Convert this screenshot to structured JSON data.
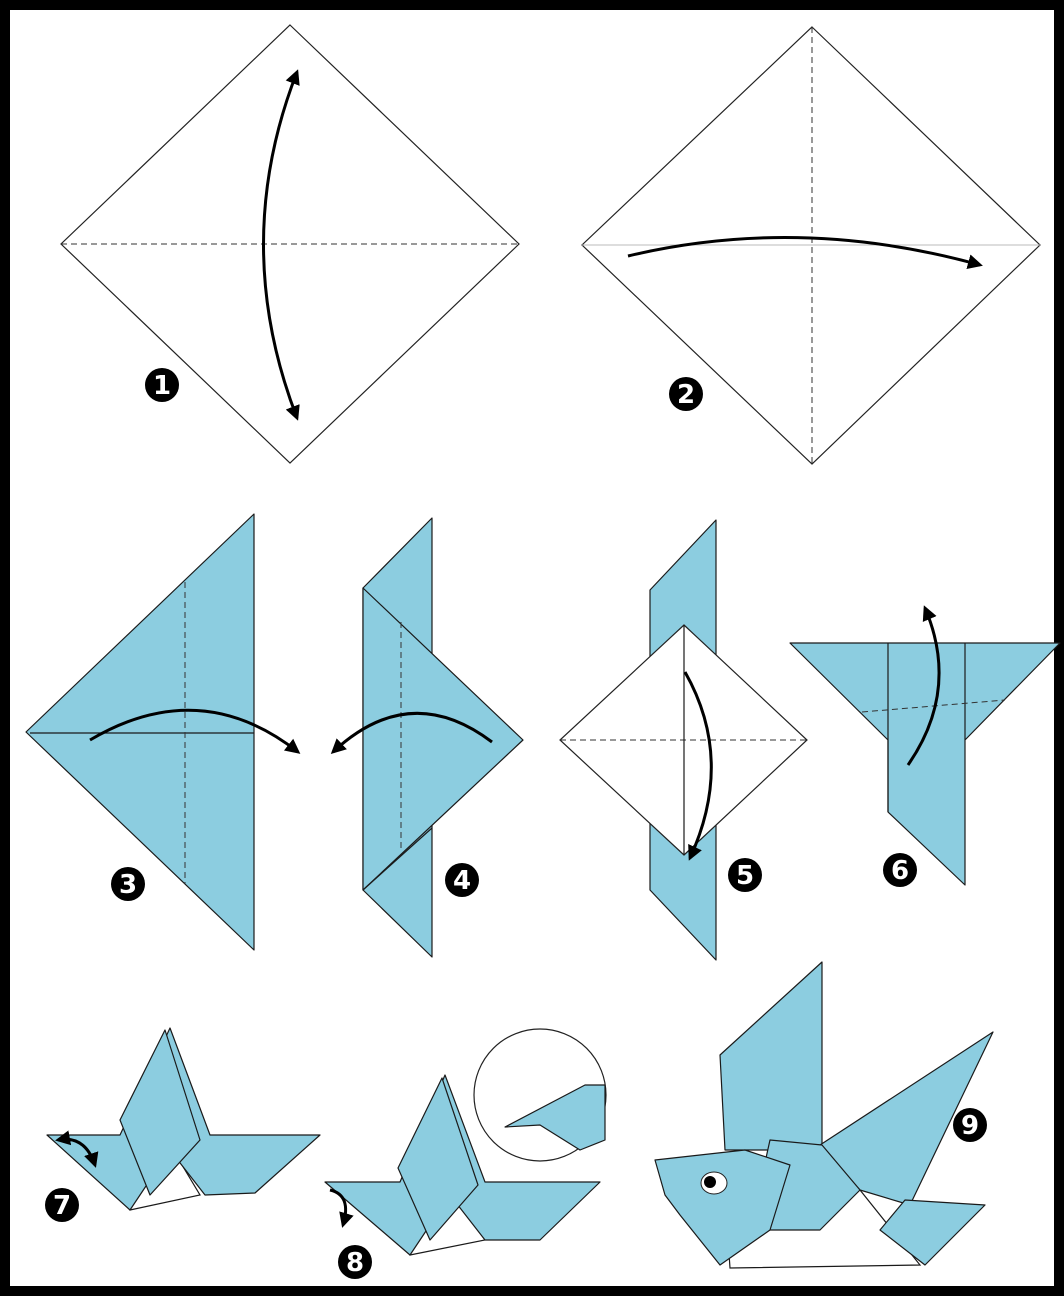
{
  "colors": {
    "paper_blue": "#8ccde0",
    "frame": "#000000",
    "background": "#ffffff"
  },
  "steps": [
    {
      "number": "1"
    },
    {
      "number": "2"
    },
    {
      "number": "3"
    },
    {
      "number": "4"
    },
    {
      "number": "5"
    },
    {
      "number": "6"
    },
    {
      "number": "7"
    },
    {
      "number": "8"
    },
    {
      "number": "9"
    }
  ]
}
